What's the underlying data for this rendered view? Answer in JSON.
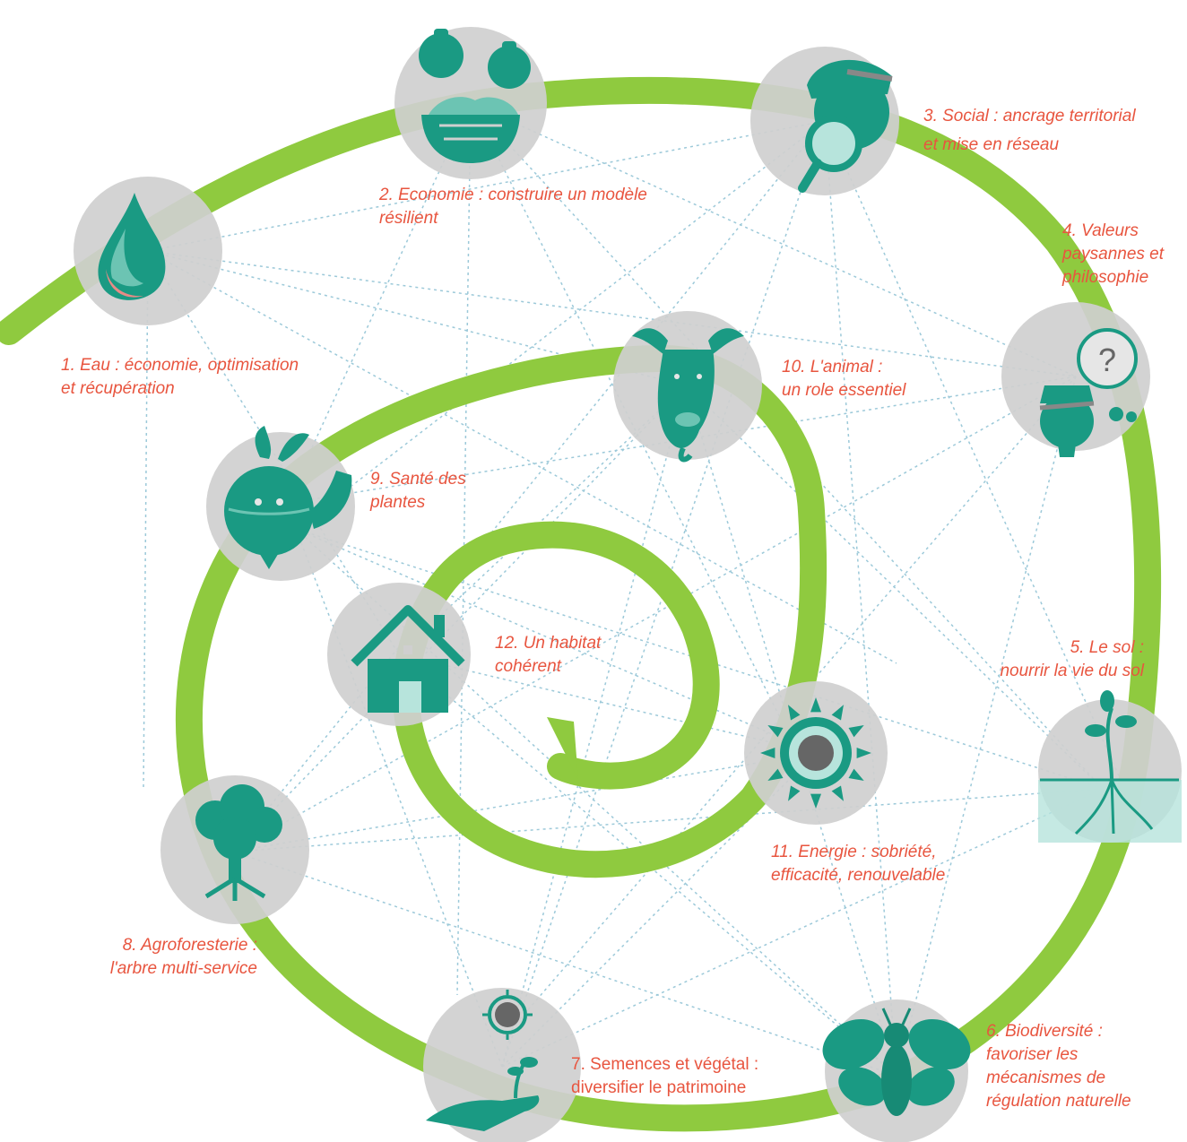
{
  "colors": {
    "spiral": "#8fca3f",
    "node_bg": "#cfcfcf",
    "icon": "#1a9a83",
    "label": "#e8553f",
    "links": "#9cc9d9"
  },
  "nodes": [
    {
      "number": "1",
      "icon": "water-drop-icon",
      "lines": [
        "1. Eau : économie, optimisation",
        "et récupération"
      ]
    },
    {
      "number": "2",
      "icon": "basket-money-icon",
      "lines": [
        "2. Economie : construire un modèle",
        "résilient"
      ]
    },
    {
      "number": "3",
      "icon": "magnifier-person-icon",
      "lines": [
        "3. Social : ancrage territorial",
        "et mise en réseau"
      ]
    },
    {
      "number": "4",
      "icon": "thinking-farmer-icon",
      "lines": [
        "4. Valeurs",
        "paysannes et",
        "philosophie"
      ]
    },
    {
      "number": "5",
      "icon": "sprout-roots-icon",
      "lines": [
        "5. Le sol :",
        "nourrir la vie du sol"
      ]
    },
    {
      "number": "6",
      "icon": "bee-icon",
      "lines": [
        "6. Biodiversité :",
        "favoriser les",
        "mécanismes de",
        "régulation naturelle"
      ]
    },
    {
      "number": "7",
      "icon": "hand-seedling-icon",
      "lines": [
        "7. Semences et végétal :",
        "diversifier le patrimoine"
      ]
    },
    {
      "number": "8",
      "icon": "tree-icon",
      "lines": [
        "8. Agroforesterie :",
        "l'arbre multi-service"
      ]
    },
    {
      "number": "9",
      "icon": "strong-turnip-icon",
      "lines": [
        "9. Santé des",
        "plantes"
      ]
    },
    {
      "number": "10",
      "icon": "goat-icon",
      "lines": [
        "10. L'animal :",
        "un role essentiel"
      ]
    },
    {
      "number": "11",
      "icon": "sun-icon",
      "lines": [
        "11. Energie : sobriété,",
        "efficacité, renouvelable"
      ]
    },
    {
      "number": "12",
      "icon": "house-icon",
      "lines": [
        "12. Un habitat",
        "cohérent"
      ]
    }
  ]
}
